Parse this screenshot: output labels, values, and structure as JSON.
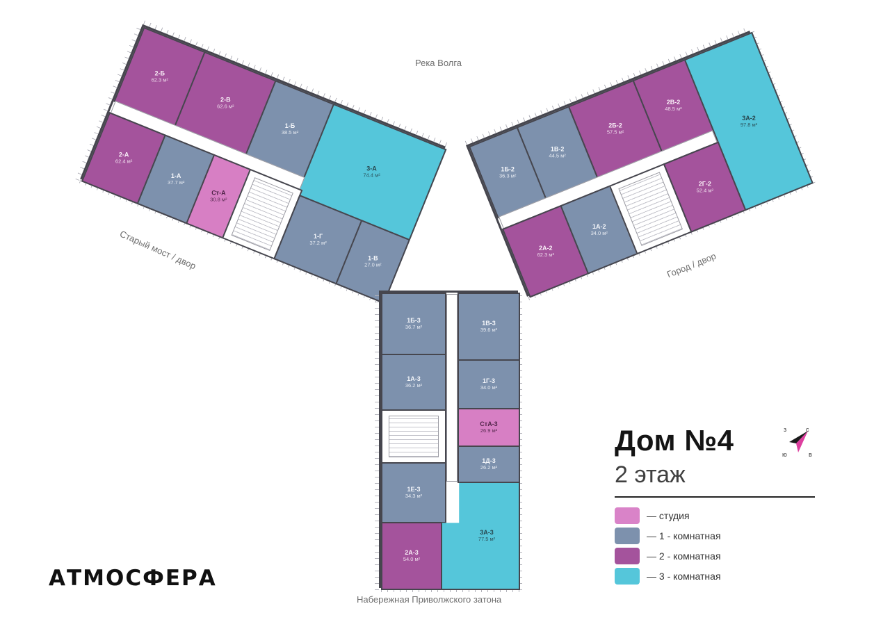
{
  "brand": {
    "logo": "АТМОСФЕРА"
  },
  "header": {
    "building": "Дом №4",
    "floor": "2 этаж"
  },
  "surroundings": {
    "top": "Река Волга",
    "left": "Старый мост / двор",
    "right": "Город / двор",
    "bottom": "Набережная Приволжского затона"
  },
  "legend": {
    "items": [
      {
        "label": "— студия",
        "color": "#d983c8"
      },
      {
        "label": "— 1 - комнатная",
        "color": "#7d91ad"
      },
      {
        "label": "— 2 - комнатная",
        "color": "#a4539c"
      },
      {
        "label": "— 3 - комнатная",
        "color": "#55c6da"
      }
    ]
  },
  "compass": {
    "n": "с",
    "e": "в",
    "s": "ю",
    "w": "з"
  },
  "wall_color": "#46464e",
  "wings": [
    {
      "apartments": [
        {
          "id": "2-Б",
          "area": "62.3 м²",
          "type": "2-комнатная"
        },
        {
          "id": "2-В",
          "area": "62.6 м²",
          "type": "2-комнатная"
        },
        {
          "id": "1-Б",
          "area": "38.5 м²",
          "type": "1-комнатная"
        },
        {
          "id": "3-А",
          "area": "74.4 м²",
          "type": "3-комнатная"
        },
        {
          "id": "2-А",
          "area": "62.4 м²",
          "type": "2-комнатная"
        },
        {
          "id": "1-А",
          "area": "37.7 м²",
          "type": "1-комнатная"
        },
        {
          "id": "Ст-А",
          "area": "30.8 м²",
          "type": "студия"
        },
        {
          "id": "1-Г",
          "area": "37.2 м²",
          "type": "1-комнатная"
        },
        {
          "id": "1-В",
          "area": "27.0 м²",
          "type": "1-комнатная"
        }
      ]
    },
    {
      "apartments": [
        {
          "id": "1Б-2",
          "area": "36.3 м²",
          "type": "1-комнатная"
        },
        {
          "id": "1В-2",
          "area": "44.5 м²",
          "type": "1-комнатная"
        },
        {
          "id": "2Б-2",
          "area": "57.5 м²",
          "type": "2-комнатная"
        },
        {
          "id": "2В-2",
          "area": "48.5 м²",
          "type": "2-комнатная"
        },
        {
          "id": "3А-2",
          "area": "97.8 м²",
          "type": "3-комнатная"
        },
        {
          "id": "2А-2",
          "area": "62.3 м²",
          "type": "2-комнатная"
        },
        {
          "id": "1А-2",
          "area": "34.0 м²",
          "type": "1-комнатная"
        },
        {
          "id": "2Г-2",
          "area": "52.4 м²",
          "type": "2-комнатная"
        }
      ]
    },
    {
      "apartments": [
        {
          "id": "1Б-3",
          "area": "36.7 м²",
          "type": "1-комнатная"
        },
        {
          "id": "1В-3",
          "area": "39.6 м²",
          "type": "1-комнатная"
        },
        {
          "id": "1А-3",
          "area": "36.2 м²",
          "type": "1-комнатная"
        },
        {
          "id": "1Г-3",
          "area": "34.0 м²",
          "type": "1-комнатная"
        },
        {
          "id": "СтА-3",
          "area": "26.9 м²",
          "type": "студия"
        },
        {
          "id": "1Д-3",
          "area": "26.2 м²",
          "type": "1-комнатная"
        },
        {
          "id": "1Е-3",
          "area": "34.3 м²",
          "type": "1-комнатная"
        },
        {
          "id": "2А-3",
          "area": "54.0 м²",
          "type": "2-комнатная"
        },
        {
          "id": "3А-3",
          "area": "77.5 м²",
          "type": "3-комнатная"
        }
      ]
    }
  ]
}
